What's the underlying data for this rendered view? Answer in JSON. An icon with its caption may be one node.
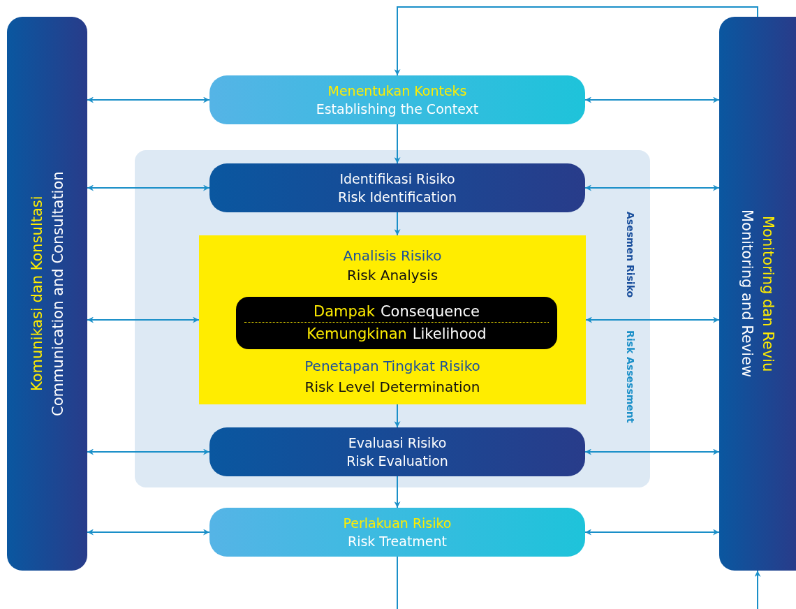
{
  "diagram": {
    "nodes": [
      {
        "text": [
          "Komunikasi dan Konsultasi",
          "Communication and Consultation"
        ]
      },
      {
        "text": [
          "Monitoring dan Reviu",
          "Monitoring and Review"
        ]
      },
      {
        "text": [
          "Menentukan Konteks",
          "Establishing the Context"
        ]
      },
      {
        "text": [
          "Asesmen Risiko",
          "Risk Assessment"
        ]
      },
      {
        "text": [
          "Identifikasi Risiko",
          "Risk Identification"
        ],
        "in": 3
      },
      {
        "text": [
          "Analisis Risiko",
          "Risk Analysis",
          "Penetapan Tingkat Risiko",
          "Risk Level Determination"
        ],
        "in": 3
      },
      {
        "text": [
          "Dampak",
          "Consequence",
          "Kemungkinan",
          "Likelihood"
        ],
        "in": 5
      },
      {
        "text": [
          "Evaluasi Risiko",
          "Risk Evaluation"
        ],
        "in": 3
      },
      {
        "text": [
          "Perlakuan Risiko",
          "Risk Treatment"
        ]
      }
    ],
    "edges": [
      {
        "from": 1,
        "to": 2,
        "arrow": "to"
      },
      {
        "from": 2,
        "to": 4,
        "arrow": "to"
      },
      {
        "from": 4,
        "to": 5,
        "arrow": "to"
      },
      {
        "from": 5,
        "to": 7,
        "arrow": "to"
      },
      {
        "from": 7,
        "to": 8,
        "arrow": "to"
      },
      {
        "from": 8,
        "to": null,
        "arrow": "none"
      },
      {
        "from": null,
        "to": 1,
        "arrow": "to"
      },
      {
        "from": 0,
        "to": 2,
        "arrow": "both"
      },
      {
        "from": 0,
        "to": 4,
        "arrow": "both"
      },
      {
        "from": 0,
        "to": 5,
        "arrow": "both"
      },
      {
        "from": 0,
        "to": 7,
        "arrow": "both"
      },
      {
        "from": 0,
        "to": 8,
        "arrow": "both"
      },
      {
        "from": 1,
        "to": 2,
        "arrow": "both"
      },
      {
        "from": 1,
        "to": 4,
        "arrow": "both"
      },
      {
        "from": 1,
        "to": 5,
        "arrow": "both"
      },
      {
        "from": 1,
        "to": 7,
        "arrow": "both"
      },
      {
        "from": 1,
        "to": 8,
        "arrow": "both"
      }
    ]
  }
}
